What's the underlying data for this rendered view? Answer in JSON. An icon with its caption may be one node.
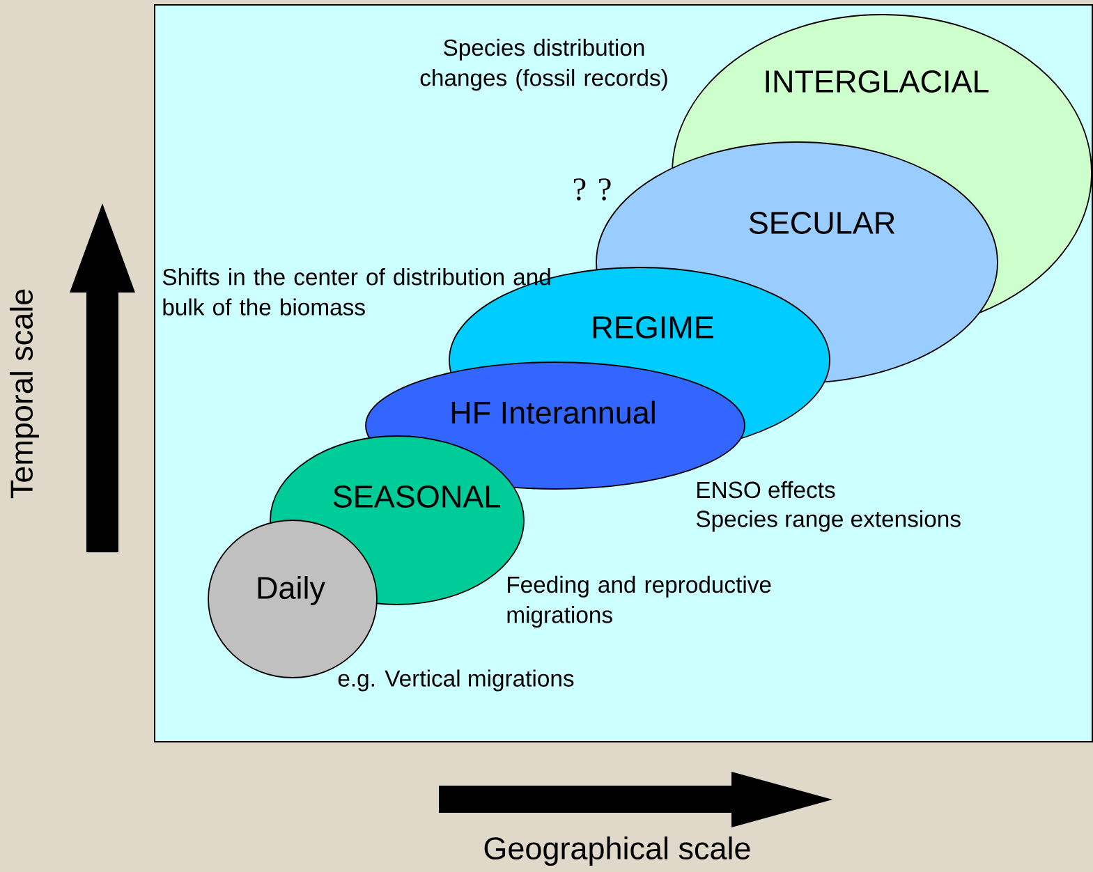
{
  "diagram": {
    "nodes": [
      {
        "text": [
          "INTERGLACIAL"
        ],
        "beside": [
          "Species distribution changes (fossil records)"
        ]
      },
      {
        "text": [
          "SECULAR"
        ],
        "beside": [
          "? ?"
        ]
      },
      {
        "text": [
          "REGIME"
        ],
        "beside": [
          "Shifts in the center of distribution and bulk of the biomass"
        ]
      },
      {
        "text": [
          "HF Interannual"
        ],
        "beside": [
          "ENSO effects",
          "Species range extensions"
        ]
      },
      {
        "text": [
          "SEASONAL"
        ],
        "beside": [
          "Feeding and reproductive migrations"
        ]
      },
      {
        "text": [
          "Daily"
        ],
        "beside": [
          "e.g. Vertical migrations"
        ]
      }
    ],
    "labels": [
      "Temporal scale",
      "Geographical scale"
    ]
  }
}
